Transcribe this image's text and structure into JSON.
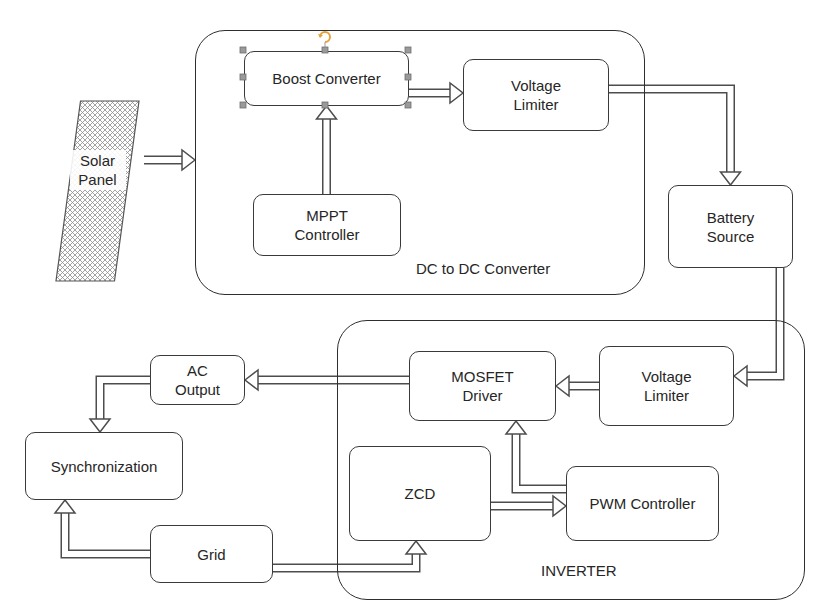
{
  "diagram": {
    "nodes": [
      {
        "text": [
          "Solar Panel"
        ]
      },
      {
        "text": [
          "DC to DC Converter"
        ]
      },
      {
        "text": [
          "Boost Converter"
        ],
        "in": 1
      },
      {
        "text": [
          "Voltage Limiter"
        ],
        "in": 1
      },
      {
        "text": [
          "MPPT Controller"
        ],
        "in": 1
      },
      {
        "text": [
          "Battery Source"
        ]
      },
      {
        "text": [
          "INVERTER"
        ]
      },
      {
        "text": [
          "MOSFET Driver"
        ],
        "in": 6
      },
      {
        "text": [
          "Voltage Limiter"
        ],
        "in": 6
      },
      {
        "text": [
          "ZCD"
        ],
        "in": 6
      },
      {
        "text": [
          "PWM Controller"
        ],
        "in": 6
      },
      {
        "text": [
          "AC Output"
        ]
      },
      {
        "text": [
          "Synchronization"
        ]
      },
      {
        "text": [
          "Grid"
        ]
      }
    ],
    "edges": [
      {
        "from": 0,
        "to": 1,
        "arrow": "to"
      },
      {
        "from": 4,
        "to": 2,
        "arrow": "to"
      },
      {
        "from": 2,
        "to": 3,
        "arrow": "to"
      },
      {
        "from": 3,
        "to": 5,
        "arrow": "to"
      },
      {
        "from": 5,
        "to": 8,
        "arrow": "to"
      },
      {
        "from": 8,
        "to": 7,
        "arrow": "to"
      },
      {
        "from": 10,
        "to": 7,
        "arrow": "to"
      },
      {
        "from": 9,
        "to": 10,
        "arrow": "to"
      },
      {
        "from": 7,
        "to": 11,
        "arrow": "to"
      },
      {
        "from": 11,
        "to": 12,
        "arrow": "to"
      },
      {
        "from": 13,
        "to": 12,
        "arrow": "to"
      },
      {
        "from": 13,
        "to": 9,
        "arrow": "to"
      }
    ]
  }
}
